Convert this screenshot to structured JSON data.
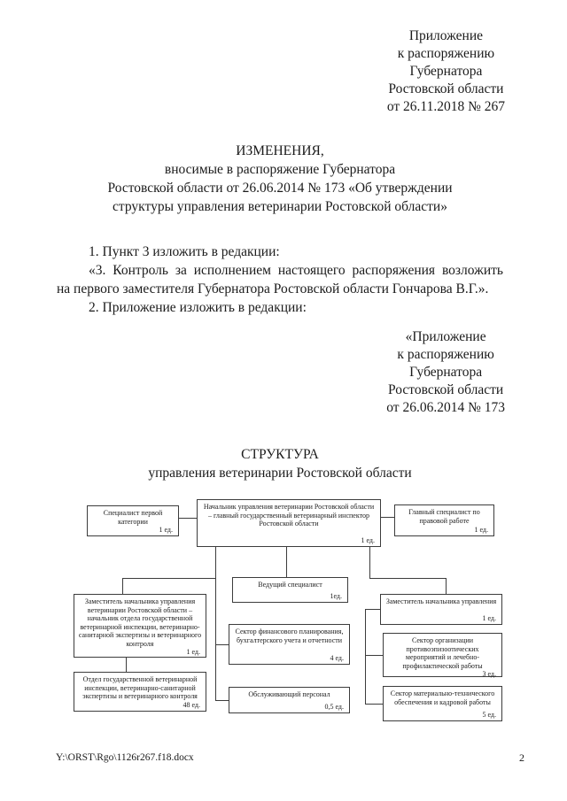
{
  "document": {
    "appendix_top": {
      "lines": [
        "Приложение",
        "к распоряжению",
        "Губернатора",
        "Ростовской области",
        "от 26.11.2018 № 267"
      ]
    },
    "title": {
      "lines": [
        "ИЗМЕНЕНИЯ,",
        "вносимые в распоряжение Губернатора",
        "Ростовской области от 26.06.2014 № 173 «Об утверждении",
        "структуры управления ветеринарии Ростовской области»"
      ]
    },
    "body": {
      "para1": "1. Пункт 3 изложить в редакции:",
      "para2_line1": "«3. Контроль за исполнением настоящего распоряжения возложить",
      "para2_line2": "на первого заместителя Губернатора Ростовской области Гончарова В.Г.».",
      "para3": "2. Приложение изложить в редакции:"
    },
    "appendix_inner": {
      "lines": [
        "«Приложение",
        "к распоряжению",
        "Губернатора",
        "Ростовской области",
        "от 26.06.2014 № 173"
      ]
    },
    "structure_heading": {
      "line1": "СТРУКТУРА",
      "line2": "управления ветеринарии Ростовской области"
    },
    "footer": {
      "file_path": "Y:\\ORST\\Rgo\\1126r267.f18.docx",
      "page_number": "2"
    }
  },
  "org_chart": {
    "boxes": [
      {
        "title": "Специалист первой категории",
        "count": "1 ед."
      },
      {
        "title": "Начальник управления ветеринарии Ростовской области – главный государственный ветеринарный инспектор Ростовской области",
        "count": "1 ед."
      },
      {
        "title": "Главный специалист по правовой работе",
        "count": "1 ед."
      },
      {
        "title": "Заместитель начальника управления ветеринарии Ростовской области – начальник отдела государственной ветеринарной инспекции, ветеринарно-санитарной экспертизы и ветеринарного контроля",
        "count": "1 ед."
      },
      {
        "title": "Отдел государственной ветеринарной инспекции, ветеринарно-санитарной экспертизы и ветеринарного контроля",
        "count": "48 ед."
      },
      {
        "title": "Ведущий специалист",
        "count": "1ед."
      },
      {
        "title": "Сектор финансового планирования, бухгалтерского учета и отчетности",
        "count": "4 ед."
      },
      {
        "title": "Обслуживающий персонал",
        "count": "0,5 ед."
      },
      {
        "title": "Заместитель начальника управления",
        "count": "1 ед."
      },
      {
        "title": "Сектор организации противоэпизоотических мероприятий и лечебно-профилактической работы",
        "count": "3 ед."
      },
      {
        "title": "Сектор материально-технического обеспечения и кадровой работы",
        "count": "5 ед."
      }
    ]
  }
}
